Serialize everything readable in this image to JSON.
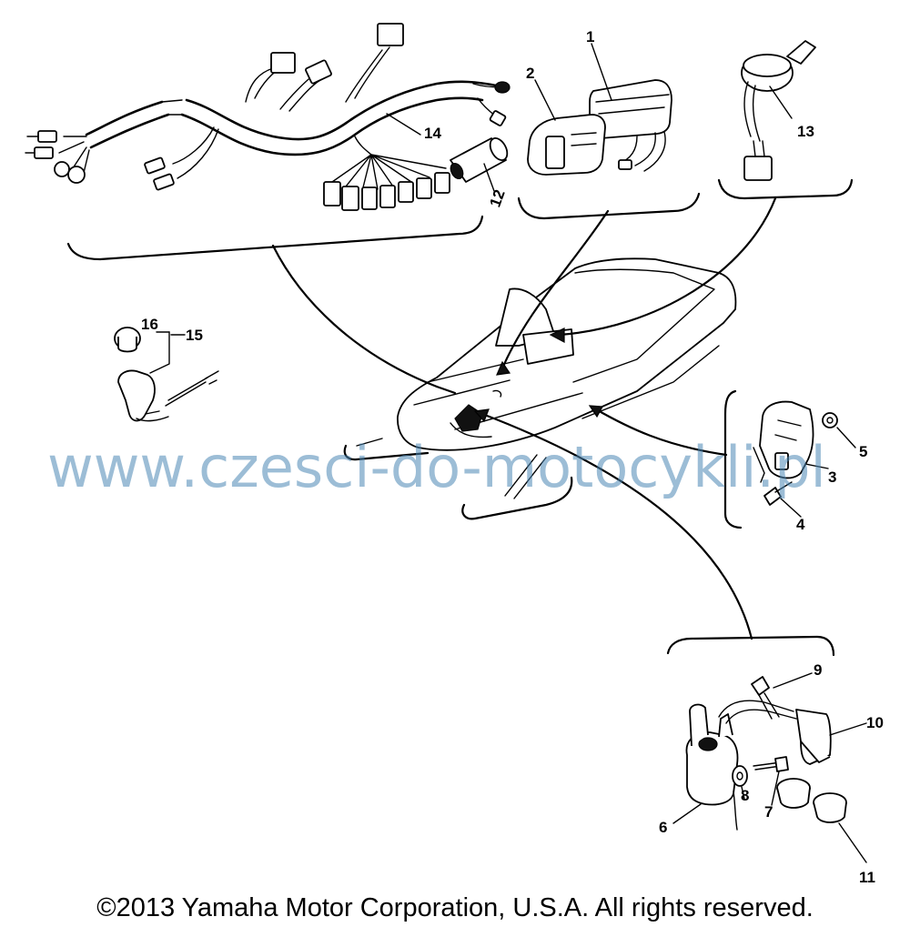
{
  "callouts": {
    "p1": "1",
    "p2": "2",
    "p3": "3",
    "p4": "4",
    "p5": "5",
    "p6": "6",
    "p7": "7",
    "p8": "8",
    "p9": "9",
    "p10": "10",
    "p11": "11",
    "p12": "12",
    "p13": "13",
    "p14": "14",
    "p15": "15",
    "p16": "16"
  },
  "watermark": "www.czesci-do-motocykli.pl",
  "copyright": "©2013 Yamaha Motor Corporation, U.S.A. All rights reserved."
}
